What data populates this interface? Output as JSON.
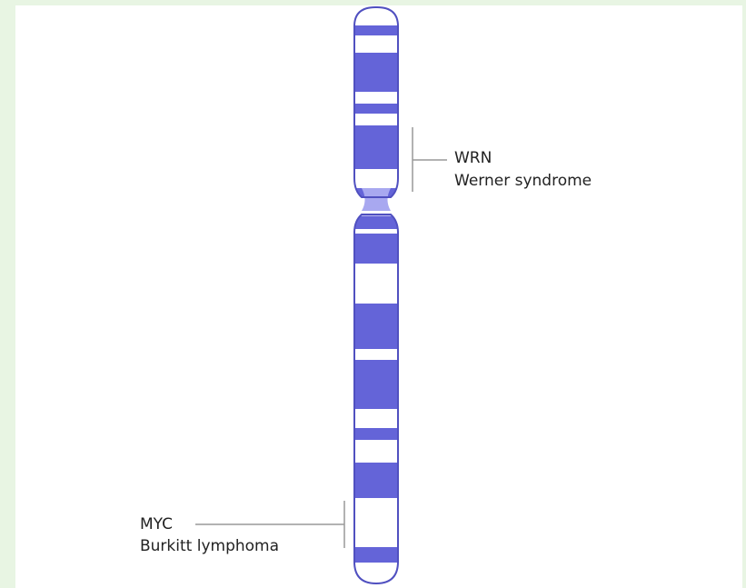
{
  "colors": {
    "page_background": "#e8f5e3",
    "canvas_background": "#ffffff",
    "chromosome_band": "#6464d8",
    "chromosome_outline": "#5050c0",
    "centromere": "#a8a8f0",
    "leader_line": "#999999",
    "label_text": "#222222"
  },
  "annotations": {
    "wrn": {
      "gene": "WRN",
      "disease": "Werner syndrome"
    },
    "myc": {
      "gene": "MYC",
      "disease": "Burkitt lymphoma"
    }
  }
}
